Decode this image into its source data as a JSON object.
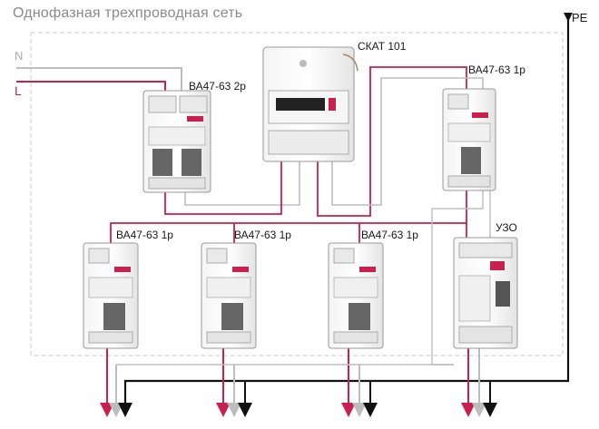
{
  "title": "Однофазная трехпроводная сеть",
  "wires": {
    "n": "N",
    "l": "L",
    "pe": "PE"
  },
  "meter": {
    "label": "СКАТ 101"
  },
  "breakers": {
    "main": "ВА47-63 2р",
    "top_right": "ВА47-63 1р",
    "b1": "ВА47-63 1р",
    "b2": "ВА47-63 1р",
    "b3": "ВА47-63 1р"
  },
  "rcd": {
    "label": "УЗО"
  },
  "colors": {
    "phase": "#c8204f",
    "neutral": "#bdbdbd",
    "earth": "#111111",
    "frame": "#d6d6d6"
  },
  "icons": [
    "arrow-down-icon",
    "breaker-device",
    "meter-device",
    "rcd-device"
  ]
}
